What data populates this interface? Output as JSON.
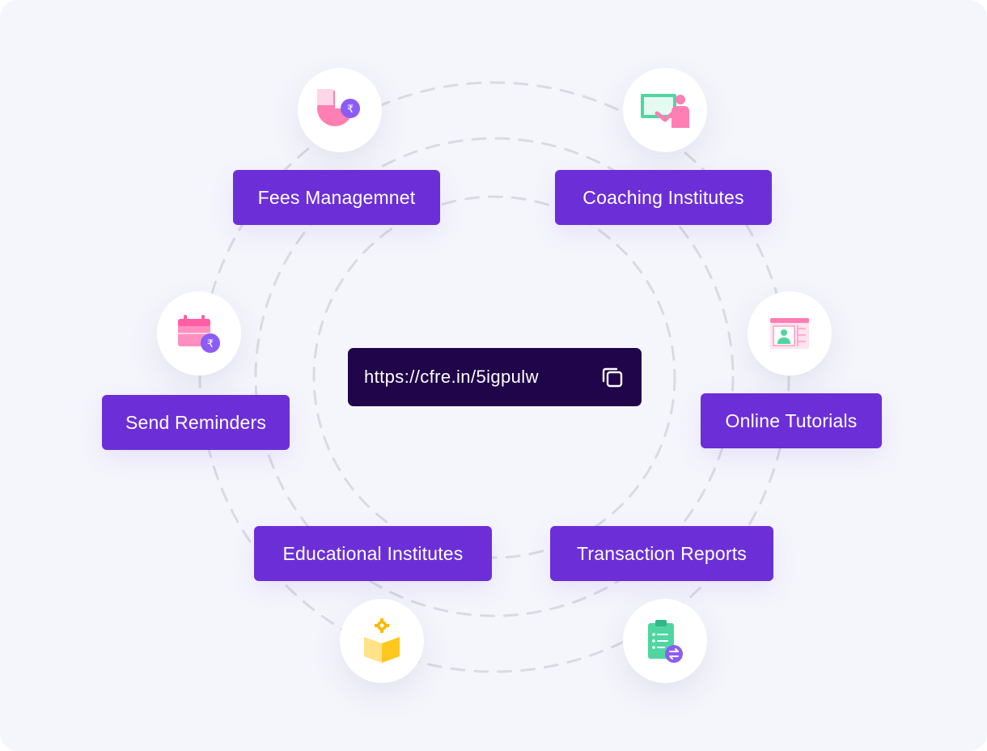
{
  "link": {
    "url": "https://cfre.in/5igpulw",
    "copy_icon": "copy-icon"
  },
  "features": {
    "fees": {
      "label": "Fees Managemnet",
      "icon": "pie-chart-rupee-icon"
    },
    "coaching": {
      "label": "Coaching Institutes",
      "icon": "teacher-board-icon"
    },
    "tutorials": {
      "label": "Online Tutorials",
      "icon": "video-lesson-icon"
    },
    "reminders": {
      "label": "Send Reminders",
      "icon": "calendar-rupee-icon"
    },
    "educational": {
      "label": "Educational Institutes",
      "icon": "book-gear-icon"
    },
    "reports": {
      "label": "Transaction Reports",
      "icon": "clipboard-transfer-icon"
    }
  },
  "colors": {
    "background": "#f5f6fc",
    "pill": "#6c2fd7",
    "url_box": "#21054a",
    "ring_dash": "#d9dae3",
    "pink": "#ff7eb3",
    "green": "#4fd6a0",
    "yellow": "#ffd84d",
    "violet": "#8b5cf6"
  }
}
